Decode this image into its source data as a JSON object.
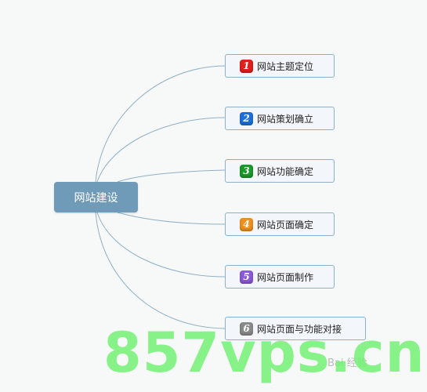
{
  "diagram": {
    "root": {
      "label": "网站建设"
    },
    "nodes": [
      {
        "number": "1",
        "label": "网站主题定位",
        "color": "#e0201c"
      },
      {
        "number": "2",
        "label": "网站策划确立",
        "color": "#1e6fd9"
      },
      {
        "number": "3",
        "label": "网站功能确定",
        "color": "#1a9a2a"
      },
      {
        "number": "4",
        "label": "网站页面确定",
        "color": "#f0901e"
      },
      {
        "number": "5",
        "label": "网站页面制作",
        "color": "#8a5ad8"
      },
      {
        "number": "6",
        "label": "网站页面与功能对接",
        "color": "#8a8a8a"
      }
    ]
  },
  "watermark": {
    "text": "857vps.cn",
    "baidu_text": "Bai 经验"
  }
}
